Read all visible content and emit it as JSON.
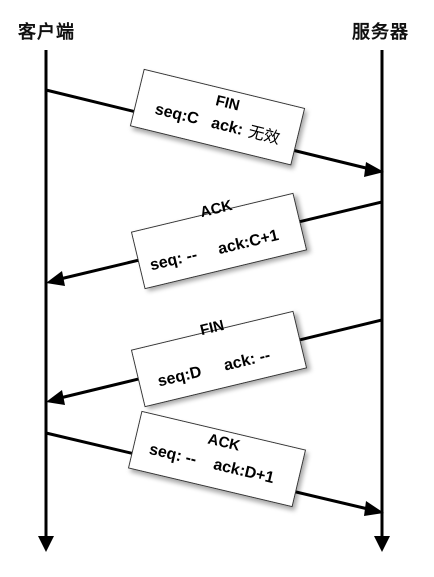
{
  "participants": {
    "client": "客户端",
    "server": "服务器"
  },
  "messages": [
    {
      "direction": "client-to-server",
      "label": "FIN",
      "seq": "seq:C",
      "ack_prefix": "ack:",
      "ack_value": "无效"
    },
    {
      "direction": "server-to-client",
      "label": "ACK",
      "seq": "seq: --",
      "ack_prefix": "ack:C+1",
      "ack_value": ""
    },
    {
      "direction": "server-to-client",
      "label": "FIN",
      "seq": "seq:D",
      "ack_prefix": "ack: --",
      "ack_value": ""
    },
    {
      "direction": "client-to-server",
      "label": "ACK",
      "seq": "seq: --",
      "ack_prefix": "ack:D+1",
      "ack_value": ""
    }
  ]
}
